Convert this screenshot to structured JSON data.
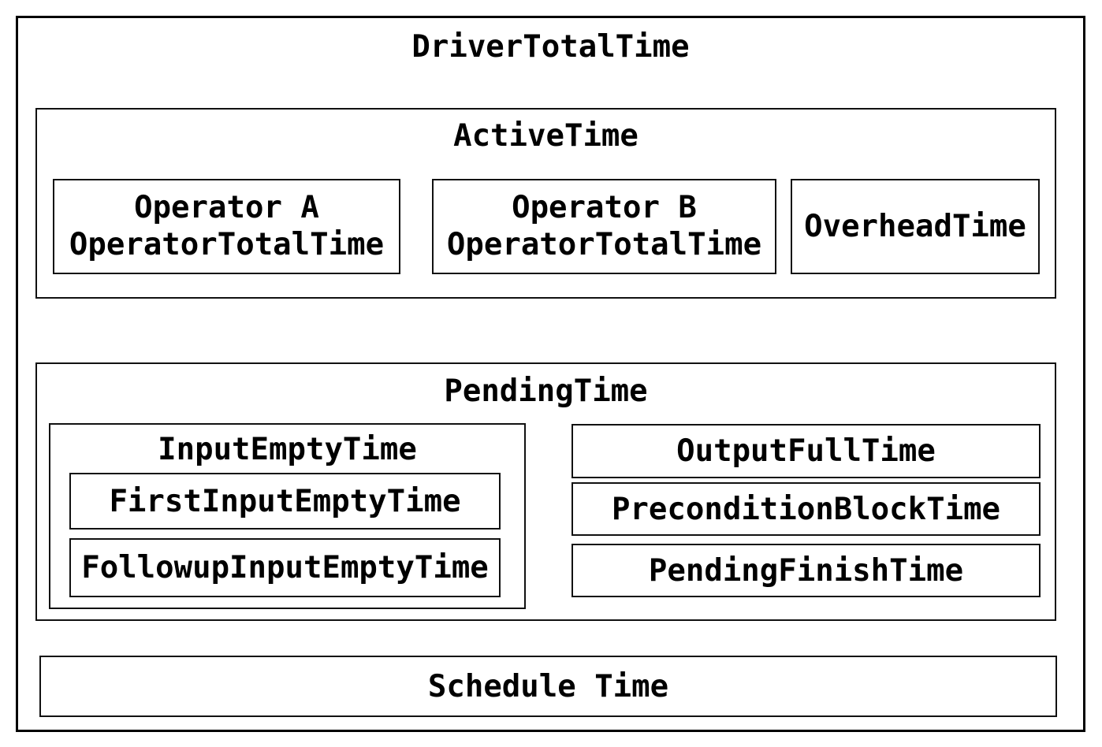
{
  "diagram": {
    "title": "DriverTotalTime",
    "active": {
      "title": "ActiveTime",
      "operator_a_line1": "Operator A",
      "operator_a_line2": "OperatorTotalTime",
      "operator_b_line1": "Operator B",
      "operator_b_line2": "OperatorTotalTime",
      "overhead": "OverheadTime"
    },
    "pending": {
      "title": "PendingTime",
      "input_empty": {
        "title": "InputEmptyTime",
        "first": "FirstInputEmptyTime",
        "followup": "FollowupInputEmptyTime"
      },
      "output_full": "OutputFullTime",
      "precondition_block": "PreconditionBlockTime",
      "pending_finish": "PendingFinishTime"
    },
    "schedule": "Schedule Time"
  },
  "colors": {
    "background": "#ffffff",
    "border": "#000000",
    "text": "#000000"
  }
}
